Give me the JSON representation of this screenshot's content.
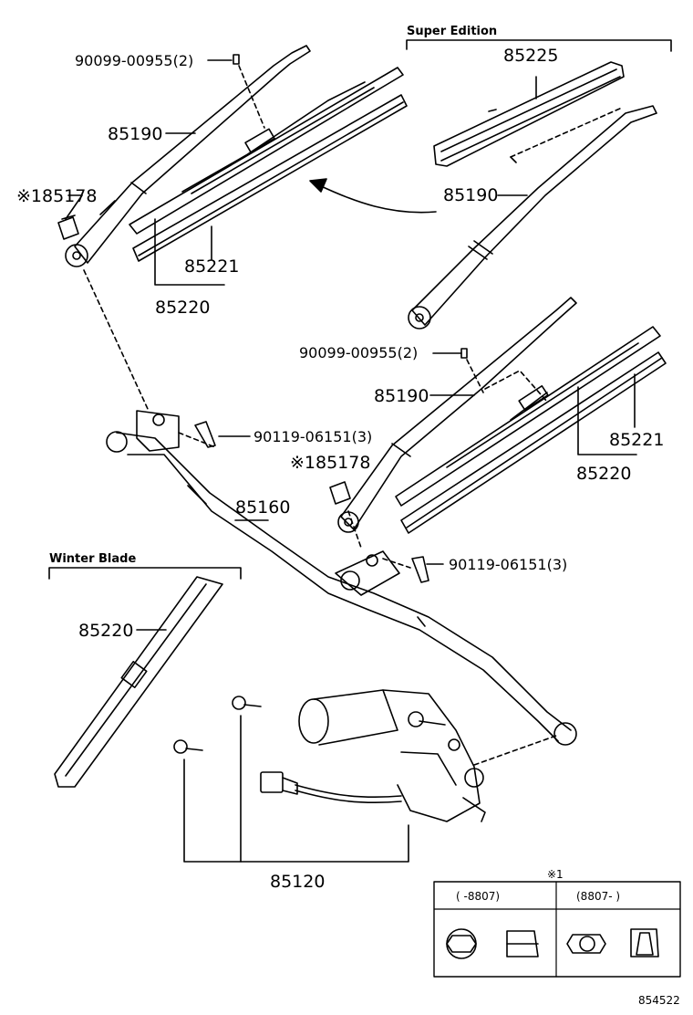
{
  "sections": {
    "super_edition": "Super Edition",
    "winter_blade": "Winter Blade",
    "note_mark": "※1"
  },
  "labels": {
    "bolt_top": "90099-00955(2)",
    "bolt_mid": "90099-00955(2)",
    "arm_left": "85190",
    "arm_super": "85190",
    "arm_right": "85190",
    "nut_left": "※185178",
    "nut_right": "※185178",
    "insert_left": "85221",
    "blade_left": "85220",
    "cover_super": "85225",
    "screw_left": "90119-06151(3)",
    "screw_right": "90119-06151(3)",
    "insert_right": "85221",
    "blade_right": "85220",
    "linkage": "85160",
    "winter_blade": "85220",
    "motor": "85120",
    "figure_id": "854522"
  },
  "legend": {
    "col1": "(      -8807)",
    "col2": "(8807-      )"
  }
}
